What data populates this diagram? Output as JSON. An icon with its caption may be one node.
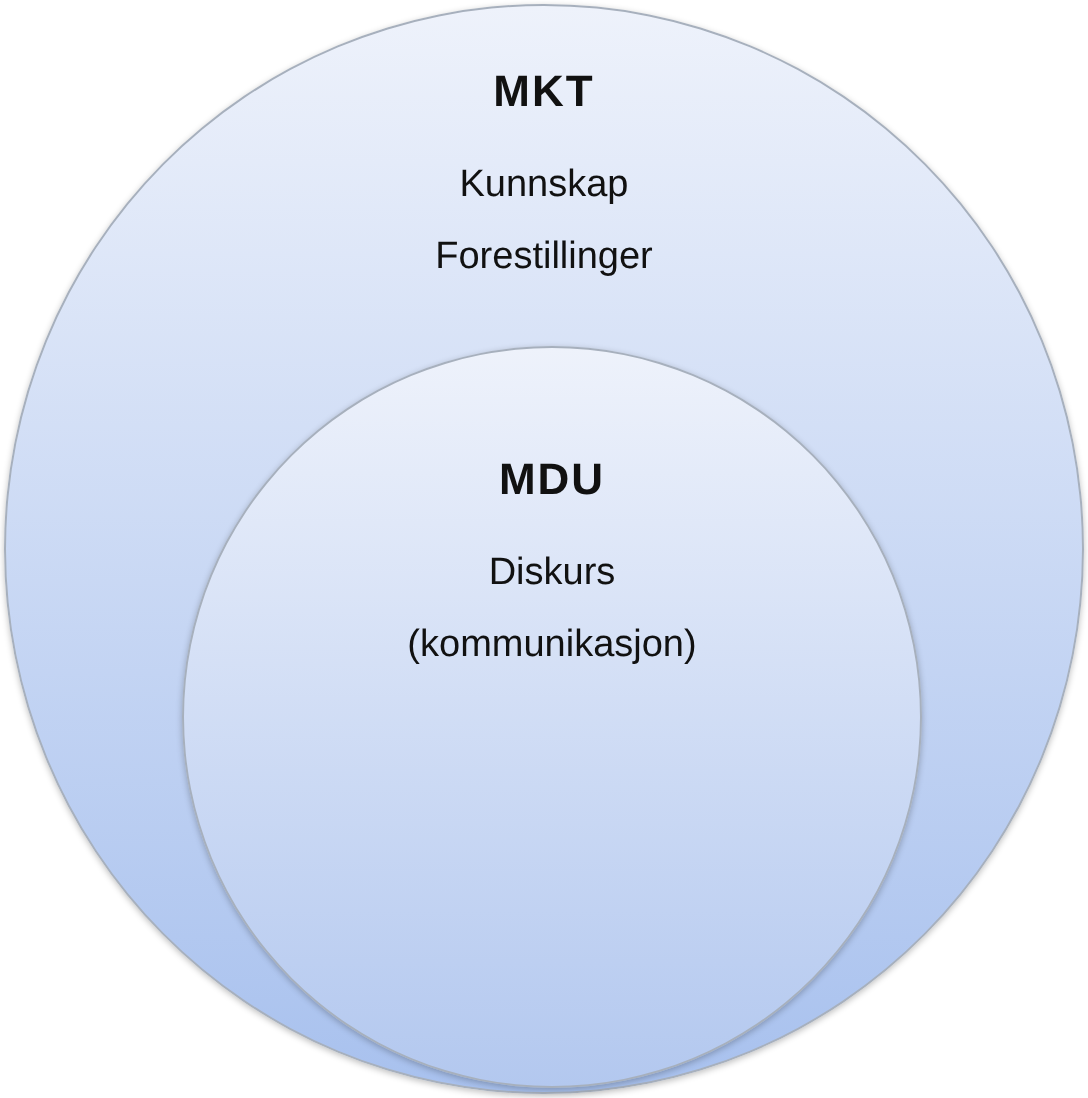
{
  "diagram": {
    "nodes": [
      {
        "text": [
          "MKT",
          "Kunnskap Forestillinger"
        ]
      },
      {
        "text": [
          "MDU",
          "Diskurs (kommunikasjon)"
        ],
        "in": 0
      }
    ]
  }
}
